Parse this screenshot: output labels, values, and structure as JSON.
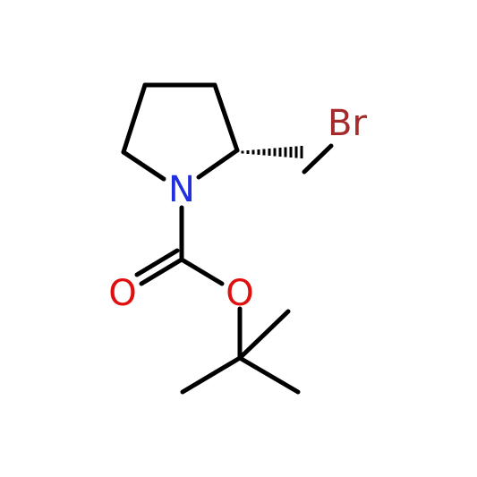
{
  "molecule": {
    "atoms": [
      {
        "id": "N1",
        "label": "N",
        "color": "#2030e0"
      },
      {
        "id": "O1",
        "label": "O",
        "color": "#e01010"
      },
      {
        "id": "O2",
        "label": "O",
        "color": "#e01010"
      },
      {
        "id": "Br",
        "label": "Br",
        "color": "#a52a2a"
      }
    ],
    "bond_color": "#000000"
  }
}
